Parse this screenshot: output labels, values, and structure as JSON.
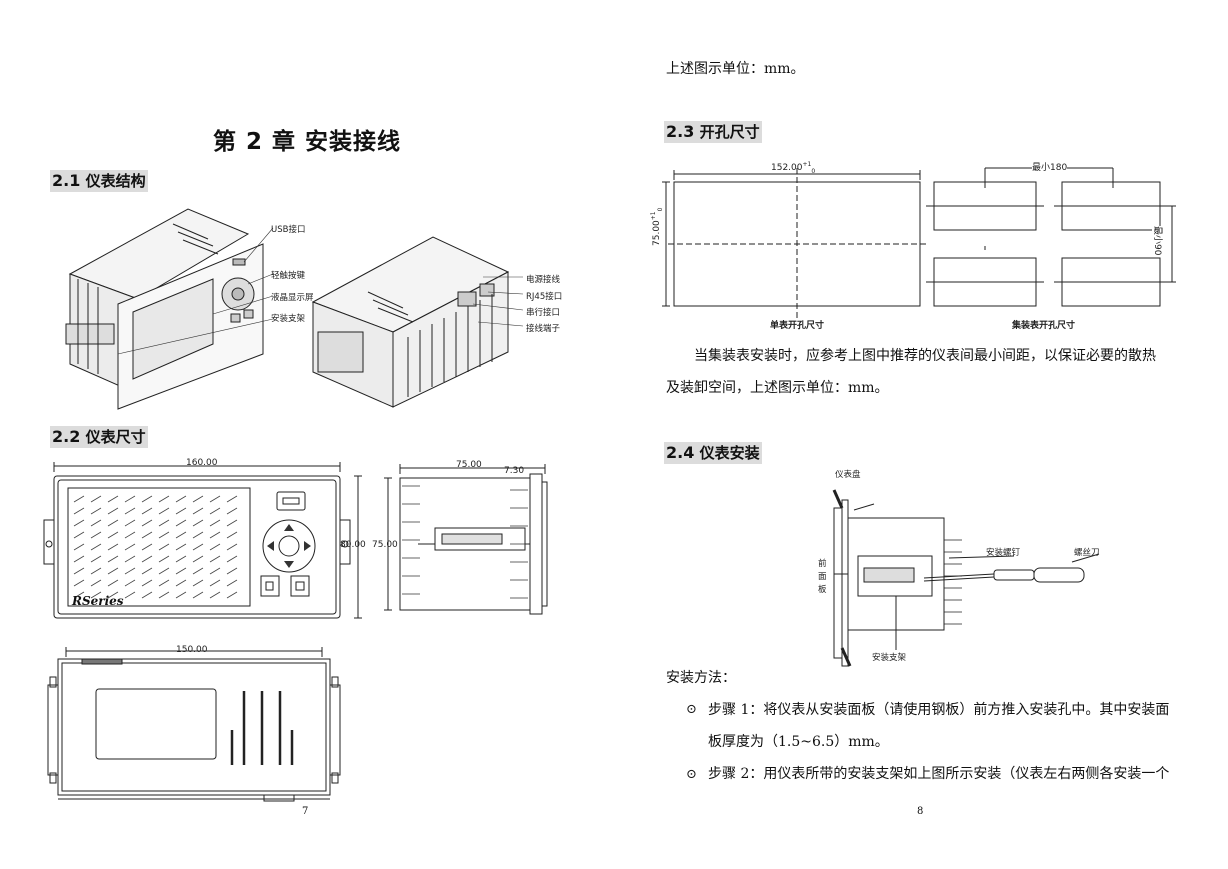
{
  "left_page": {
    "chapter_title": "第 2 章  安装接线",
    "sec21": {
      "num": "2.1",
      "title": "仪表结构"
    },
    "structure_labels": {
      "usb": "USB接口",
      "keys": "轻触按键",
      "lcd": "液晶显示屏",
      "bracket": "安装支架",
      "power": "电源接线",
      "rj45": "RJ45接口",
      "serial": "串行接口",
      "terminal": "接线端子"
    },
    "sec22": {
      "num": "2.2",
      "title": "仪表尺寸"
    },
    "dims": {
      "front_width": "160.00",
      "front_height": "80.00",
      "side_depth": "75.00",
      "side_front": "7.30",
      "side_height": "75.00",
      "top_width": "150.00"
    },
    "brand": "RSeries",
    "page_number": "7"
  },
  "right_page": {
    "unit_note": "上述图示单位：mm。",
    "sec23": {
      "num": "2.3",
      "title": "开孔尺寸"
    },
    "cutout": {
      "single_width": "152.00",
      "single_tol": "+1",
      "single_tol0": "0",
      "single_height": "75.00",
      "min_width": "最小180",
      "min_height": "最小90",
      "single_caption": "单表开孔尺寸",
      "group_caption": "集装表开孔尺寸"
    },
    "para23_line1": "当集装表安装时，应参考上图中推荐的仪表间最小间距，以保证必要的散热",
    "para23_line2": "及装卸空间，上述图示单位：mm。",
    "sec24": {
      "num": "2.4",
      "title": "仪表安装"
    },
    "install_labels": {
      "panel": "仪表盘",
      "front": [
        "前",
        "面",
        "板"
      ],
      "screw": "安装螺钉",
      "driver": "螺丝刀",
      "bracket": "安装支架"
    },
    "method": "安装方法：",
    "step1_line1": "步骤 1：将仪表从安装面板（请使用钢板）前方推入安装孔中。其中安装面",
    "step1_line2": "板厚度为（1.5~6.5）mm。",
    "step2_line1": "步骤 2：用仪表所带的安装支架如上图所示安装（仪表左右两侧各安装一个",
    "bullet": "⊙",
    "page_number": "8"
  }
}
